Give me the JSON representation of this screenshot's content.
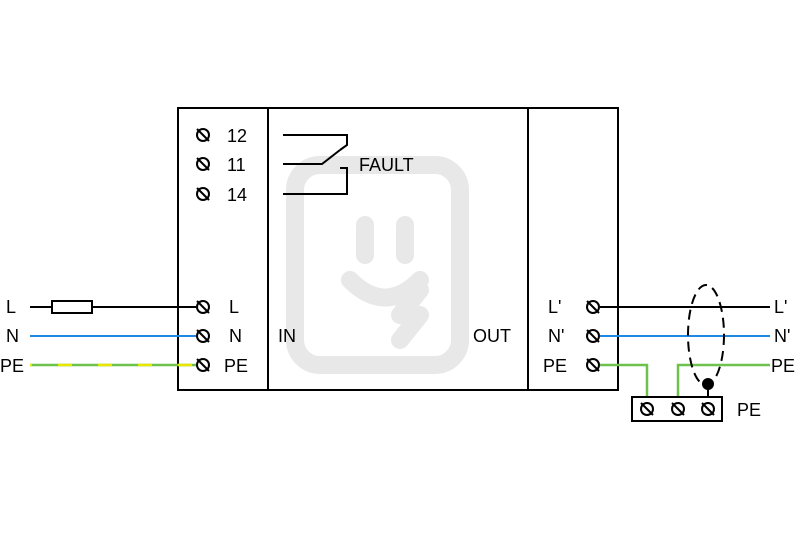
{
  "colors": {
    "phase": "#000000",
    "neutral": "#1e88e5",
    "pe_green": "#6cc24a",
    "pe_yellow": "#e6e600",
    "watermark": "#e6e6e6"
  },
  "relay": {
    "terminals": [
      "12",
      "11",
      "14"
    ],
    "label": "FAULT"
  },
  "input": {
    "ext_labels": [
      "L",
      "N",
      "PE"
    ],
    "terminal_labels": [
      "L",
      "N",
      "PE"
    ],
    "section_label": "IN"
  },
  "output": {
    "section_label": "OUT",
    "terminal_labels": [
      "L'",
      "N'",
      "PE"
    ],
    "ext_labels": [
      "L'",
      "N'",
      "PE"
    ]
  },
  "pe_bar": {
    "label": "PE"
  },
  "icons": [
    "screw-terminal-icon",
    "fuse-icon",
    "relay-contact-icon",
    "watermark-plug-icon"
  ]
}
